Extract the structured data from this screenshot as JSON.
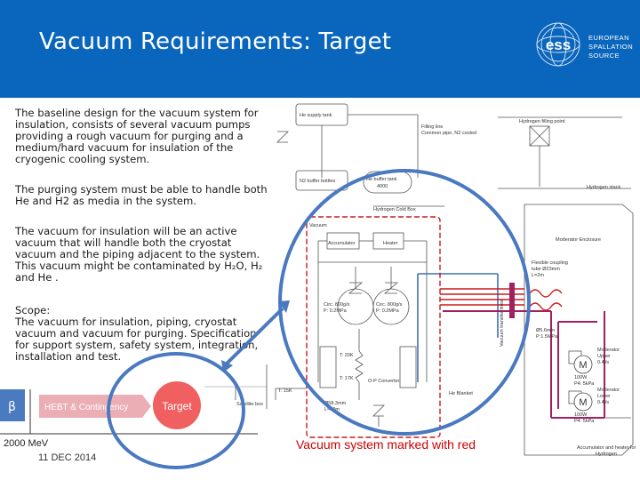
{
  "header": {
    "title": "Vacuum Requirements: Target",
    "logo_letters": "ess",
    "logo_lines": [
      "EUROPEAN",
      "SPALLATION",
      "SOURCE"
    ]
  },
  "body": {
    "paragraphs": [
      "The baseline design for the vacuum system for insulation, consists of several vacuum pumps providing a rough vacuum for purging and a medium/hard vacuum for insulation of the cryogenic cooling system.",
      "The purging system must be able to handle both He and H2 as media in the system.",
      "The vacuum for insulation will be an active vacuum that will handle both the cryostat vacuum and the piping adjacent to the system. This vacuum might be contaminated by H₂O, H₂ and He .",
      "Scope:\nThe vacuum for insulation, piping, cryostat vacuum and vacuum for purging. Specification for support system, safety system, integration, installation and test."
    ]
  },
  "timeline": {
    "beta_label": "β",
    "hebt_label": "HEBT & Contingency",
    "target_label": "Target",
    "energy_label": "2000 MeV"
  },
  "footer": {
    "date": "11 DEC 2014",
    "caption": "Vacuum system marked with red"
  },
  "schematic": {
    "labels": {
      "he_supply": "He supply tank",
      "filling_line": "Filling line",
      "filling_line_2": "Common pipe, N2 cooled",
      "hydrogen_filling": "Hydrogen filling point",
      "n2_buffer": "N2 buffer bottles",
      "he_buffer": "He buffer tank",
      "he_buffer_2": "4000",
      "hydrogen_cold_box": "Hydrogen Cold Box",
      "hydrogen_stack": "Hydrogen stack",
      "vacuum": "Vacuum",
      "accumulator": "Accumulator",
      "heater": "Heater",
      "moderator_enclosure": "Moderator Enclosure",
      "flexible_coupling": "Flexible coupling",
      "flexible_coupling_2": "tube Ø23mm",
      "flexible_coupling_3": "L=2m",
      "vacuum_lines": "Vacuum transfer lines",
      "circ_a": "Circ. 800g/s",
      "circ_a_2": "P: 0.2MPa",
      "circ_b": "Circ. 800g/s",
      "circ_b_2": "P: 0.2MPa",
      "pump_a": "Ø5.6mm",
      "pump_a_2": "P:1.5MPa",
      "t_20k": "T: 20K",
      "t_17k": "T: 17K",
      "op_converter": "O-P Converter",
      "t_15k": "T: 15K",
      "satellite_box": "Satellite box",
      "he_blanket": "He Blanket",
      "dia_bottom": "Ø58.3mm",
      "dia_bottom_2": "L=10m",
      "mod_upper": "Moderator",
      "mod_upper_2": "Upper",
      "mod_upper_3": "0.4l/s",
      "mod_upper_4": "100W",
      "mod_upper_5": "P4: 5kPa",
      "mod_lower": "Moderator",
      "mod_lower_2": "Lower",
      "mod_lower_3": "0.4l/s",
      "mod_lower_4": "100W",
      "mod_lower_5": "P4: 5kPa",
      "acc_heater": "Accumulator and heater for",
      "acc_heater_2": "Hydrogen",
      "mk1": "M",
      "mk2": "M"
    }
  }
}
